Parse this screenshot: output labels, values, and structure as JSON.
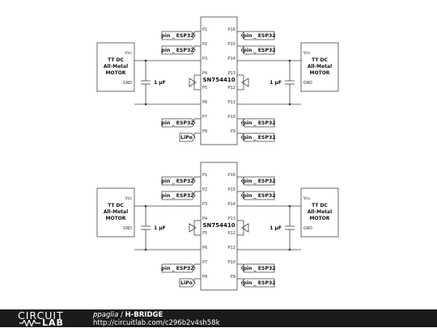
{
  "diagram": {
    "blocks": [
      {
        "chip": "SN754410",
        "left_pins": [
          "P1",
          "P2",
          "P3",
          "P4",
          "P5",
          "P6",
          "P7",
          "P8"
        ],
        "right_pins": [
          "P16",
          "P15",
          "P14",
          "P13",
          "P12",
          "P11",
          "P10",
          "P9"
        ],
        "left_motor": {
          "lines": [
            "TT DC",
            "All-Metal",
            "MOTOR"
          ],
          "vcc": "Vcc",
          "gnd": "GND"
        },
        "right_motor": {
          "lines": [
            "TT DC",
            "All-Metal",
            "MOTOR"
          ],
          "vcc": "Vcc",
          "gnd": "GND"
        },
        "left_cap": "1 µF",
        "right_cap": "1 µF",
        "left_tags": [
          "pin _ ESP32",
          "pin _ ESP32",
          "pin _ ESP32",
          "LiPo"
        ],
        "right_tags": [
          "pin _ ESP32",
          "pin _ ESP32",
          "pin _ ESP32",
          "pin _ ESP32"
        ]
      },
      {
        "chip": "SN754410",
        "left_pins": [
          "P1",
          "P2",
          "P3",
          "P4",
          "P5",
          "P6",
          "P7",
          "P8"
        ],
        "right_pins": [
          "P16",
          "P15",
          "P14",
          "P13",
          "P12",
          "P11",
          "P10",
          "P9"
        ],
        "left_motor": {
          "lines": [
            "TT DC",
            "All-Metal",
            "MOTOR"
          ],
          "vcc": "Vcc",
          "gnd": "GND"
        },
        "right_motor": {
          "lines": [
            "TT DC",
            "All-Metal",
            "MOTOR"
          ],
          "vcc": "Vcc",
          "gnd": "GND"
        },
        "left_cap": "1 µF",
        "right_cap": "1 µF",
        "left_tags": [
          "pin _ ESP32",
          "pin _ ESP32",
          "pin _ ESP32",
          "LiPo"
        ],
        "right_tags": [
          "pin _ ESP32",
          "pin _ ESP32",
          "pin _ ESP32",
          "pin _ ESP32"
        ]
      }
    ]
  },
  "footer": {
    "logo_top": "CIRCUIT",
    "logo_bottom": "LAB",
    "author": "ppaglia",
    "separator": " / ",
    "title": "H-BRIDGE",
    "url": "http://circuitlab.com/c296b2v4sh58k"
  }
}
